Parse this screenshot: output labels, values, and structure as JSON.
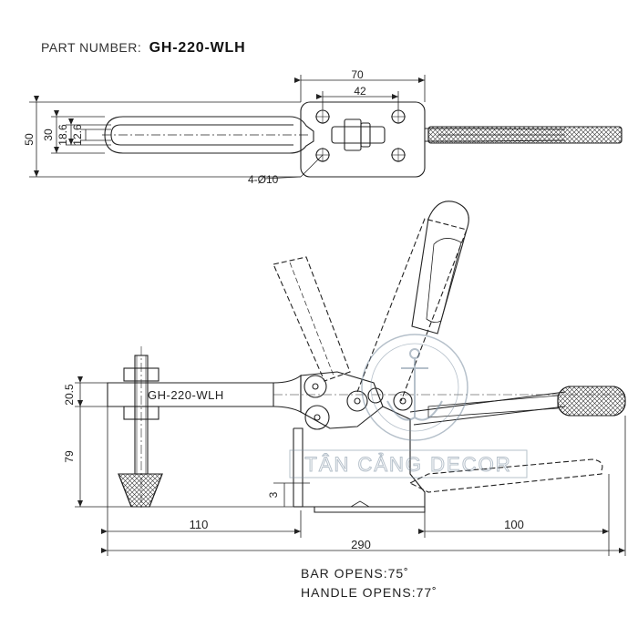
{
  "header": {
    "part_label": "PART NUMBER:",
    "part_number": "GH-220-WLH"
  },
  "top_view": {
    "dims": {
      "width_overall": "70",
      "width_holes": "42",
      "height_overall": "50",
      "height_mid": "30",
      "height_inner": "18.6",
      "height_slot": "12.6"
    },
    "holes_note": "4-Ø10"
  },
  "side_view": {
    "body_label": "GH-220-WLH",
    "dims": {
      "height_top": "20.5",
      "height_main": "79",
      "base_offset": "3",
      "reach": "110",
      "handle_len": "100",
      "overall_len": "290"
    }
  },
  "watermark": {
    "text": "TÂN CẢNG DECOR"
  },
  "specs": {
    "bar_opens": "BAR OPENS:75˚",
    "handle_opens": "HANDLE OPENS:77˚"
  },
  "colors": {
    "line": "#222222",
    "watermark": "#7a8da0"
  }
}
